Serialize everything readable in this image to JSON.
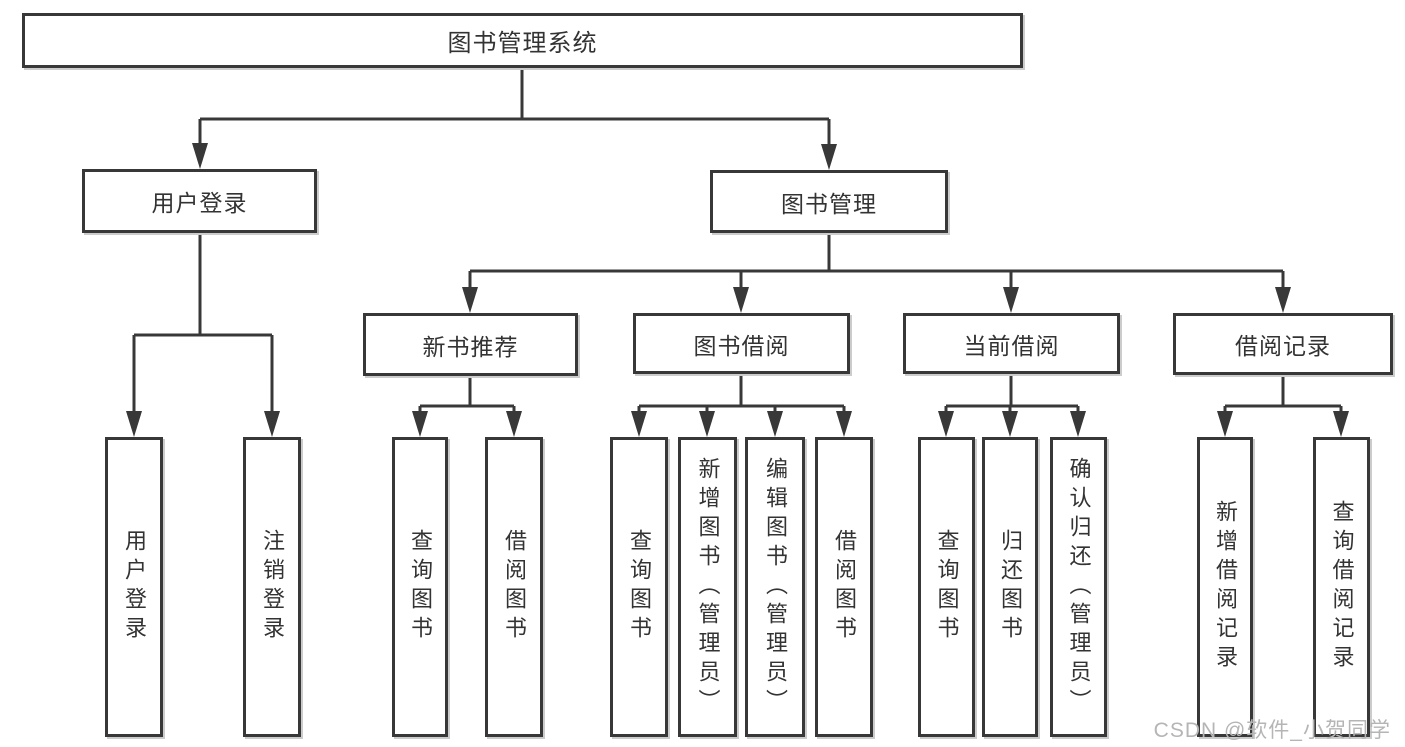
{
  "tree": {
    "root": {
      "label": "图书管理系统",
      "children": [
        {
          "label": "用户登录",
          "children": [
            {
              "label": "用户登录"
            },
            {
              "label": "注销登录"
            }
          ]
        },
        {
          "label": "图书管理",
          "children": [
            {
              "label": "新书推荐",
              "children": [
                {
                  "label": "查询图书"
                },
                {
                  "label": "借阅图书"
                }
              ]
            },
            {
              "label": "图书借阅",
              "children": [
                {
                  "label": "查询图书"
                },
                {
                  "label": "新增图书（管理员）"
                },
                {
                  "label": "编辑图书（管理员）"
                },
                {
                  "label": "借阅图书"
                }
              ]
            },
            {
              "label": "当前借阅",
              "children": [
                {
                  "label": "查询图书"
                },
                {
                  "label": "归还图书"
                },
                {
                  "label": "确认归还（管理员）"
                }
              ]
            },
            {
              "label": "借阅记录",
              "children": [
                {
                  "label": "新增借阅记录"
                },
                {
                  "label": "查询借阅记录"
                }
              ]
            }
          ]
        }
      ]
    }
  },
  "watermark": "CSDN @软件_小贺同学",
  "colors": {
    "line": "#383838",
    "text": "#333333",
    "watermark": "#b5b5b5",
    "background": "#ffffff"
  }
}
